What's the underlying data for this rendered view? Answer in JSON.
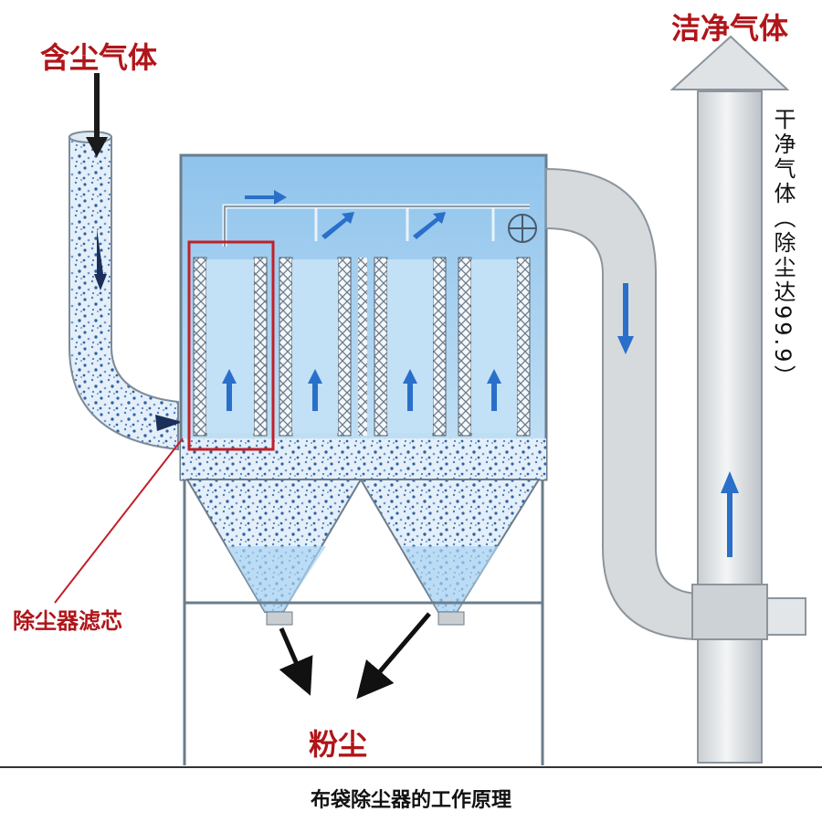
{
  "labels": {
    "inlet_gas": "含尘气体",
    "clean_gas": "洁净气体",
    "filter_core": "除尘器滤芯",
    "dust": "粉尘",
    "dry_gas_note": "干净气体（除尘达99.9）",
    "caption": "布袋除尘器的工作原理"
  },
  "colors": {
    "label_red": "#b0151a",
    "housing_blue": "#a9d4f2",
    "dust_blue": "#2f62a8",
    "pipe_gray": "#d6dadd",
    "highlight_red": "#c0202a"
  },
  "icons": [
    "arrow-down-icon",
    "arrow-up-icon",
    "arrow-right-icon",
    "fan-icon"
  ]
}
